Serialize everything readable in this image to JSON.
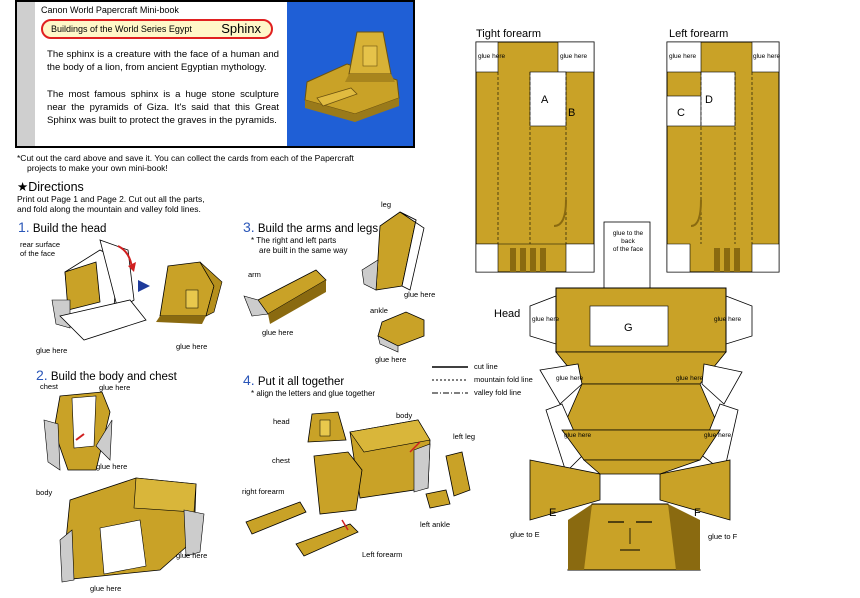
{
  "card": {
    "mini_book": "Canon  World Papercraft   Mini-book",
    "series": "Buildings of the World Series  Egypt",
    "title": "Sphinx",
    "para1": "The sphinx is a creature with the face of a human and the body of a lion, from ancient Egyptian mythology.",
    "para2": "The most famous sphinx is a huge stone sculpture near the pyramids of Giza.  It's said that this Great Sphinx was built to protect the graves in the pyramids."
  },
  "note": {
    "line1": "*Cut out the card above and save it.  You can collect the cards from each of the Papercraft",
    "line2": "projects to make your own mini-book!"
  },
  "directions": {
    "heading": "★Directions",
    "intro1": "Print out Page 1 and Page 2.  Cut out all the parts,",
    "intro2": "and fold along the mountain and valley fold lines."
  },
  "steps": [
    {
      "num": "1.",
      "title": "Build the head"
    },
    {
      "num": "2.",
      "title": "Build the body and chest"
    },
    {
      "num": "3.",
      "title": "Build the arms and legs"
    },
    {
      "num": "4.",
      "title": "Put it all together"
    }
  ],
  "step3_sub1": "* The right and left parts",
  "step3_sub2": "are built in the same way",
  "step4_sub": "* align the letters and glue together",
  "labels": {
    "rear1": "rear surface",
    "rear2": "of the face",
    "glue_here": "glue here",
    "chest": "chest",
    "body": "body",
    "leg": "leg",
    "arm": "arm",
    "ankle": "ankle",
    "head": "head",
    "left_leg": "left leg",
    "right_forearm": "right forearm",
    "left_ankle": "left ankle",
    "left_forearm": "Left forearm"
  },
  "legend": {
    "cut": "cut line",
    "mountain": "mountain fold line",
    "valley": "valley fold line"
  },
  "template": {
    "tight_forearm": "Tight forearm",
    "left_forearm": "Left forearm",
    "head": "Head",
    "A": "A",
    "B": "B",
    "C": "C",
    "D": "D",
    "E": "E",
    "F": "F",
    "G": "G",
    "glue_to_back1": "glue to the back",
    "glue_to_back2": "of the face",
    "glue_to_e": "glue to E",
    "glue_to_f": "glue to F"
  },
  "colors": {
    "gold": "#c9a227",
    "gold_dark": "#8a6a10",
    "step_number": "#2a56b8",
    "series_border": "#e02020",
    "card_blue": "#1f5fd6"
  }
}
